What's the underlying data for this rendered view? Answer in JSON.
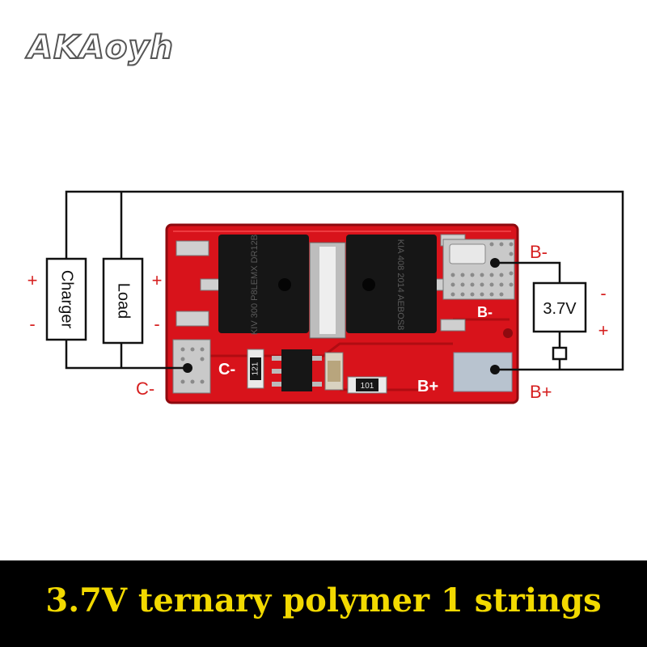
{
  "brand": {
    "logo_text": "AKAoyh"
  },
  "colors": {
    "wire": "#111111",
    "pcb": "#d8131b",
    "pcb_dark": "#b00c12",
    "label_red": "#d61f1f",
    "banner_bg": "#000000",
    "banner_text": "#f2d900"
  },
  "diagram": {
    "charger_label": "Charger",
    "load_label": "Load",
    "battery_label": "3.7V",
    "left_plus": "+",
    "left_minus": "-",
    "load_plus": "+",
    "load_minus": "-",
    "battery_minus": "-",
    "battery_plus": "+",
    "terminal_b_minus": "B-",
    "terminal_b_plus": "B+",
    "terminal_c_minus": "C-",
    "board_c_minus": "C-",
    "board_b_minus": "B-",
    "board_b_plus": "B+",
    "resistor_121": "121",
    "resistor_101": "101",
    "mosfet_left_text": "KIV 300 P8LEMX DR12B",
    "mosfet_right_text": "KIA 408 2014 AEBOS8"
  },
  "banner": {
    "text": "3.7V ternary polymer 1 strings"
  }
}
